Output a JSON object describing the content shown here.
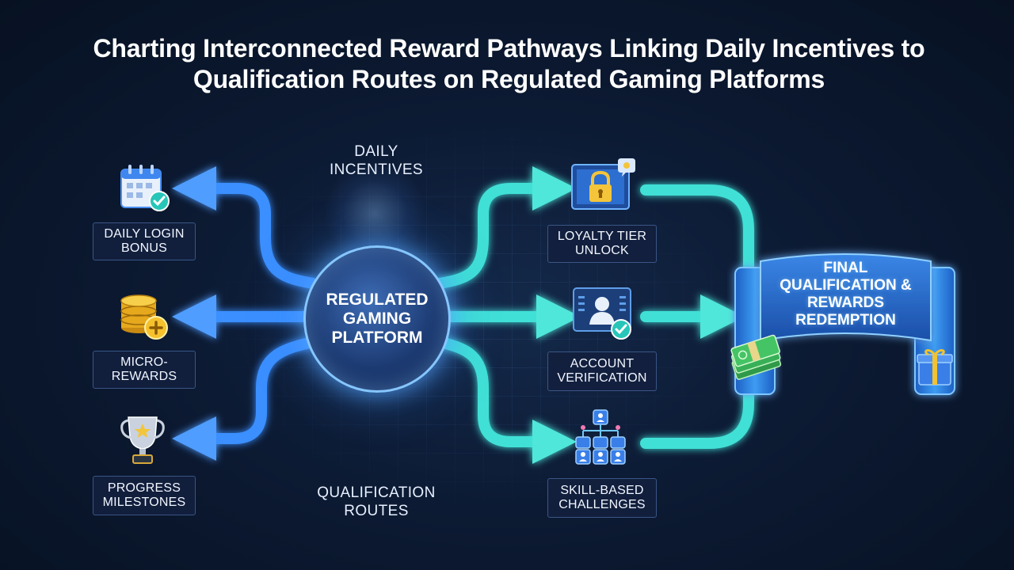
{
  "title": "Charting Interconnected Reward Pathways Linking Daily Incentives to Qualification Routes on Regulated Gaming Platforms",
  "sections": {
    "daily_incentives": "DAILY INCENTIVES",
    "qualification_routes": "QUALIFICATION ROUTES"
  },
  "hub": {
    "label": "REGULATED GAMING PLATFORM"
  },
  "left_nodes": [
    {
      "label": "DAILY LOGIN BONUS",
      "icon": "calendar-check-icon"
    },
    {
      "label": "MICRO-REWARDS",
      "icon": "coin-stack-icon"
    },
    {
      "label": "PROGRESS MILESTONES",
      "icon": "trophy-icon"
    }
  ],
  "right_nodes": [
    {
      "label": "LOYALTY TIER UNLOCK",
      "icon": "padlock-screen-icon"
    },
    {
      "label": "ACCOUNT VERIFICATION",
      "icon": "id-card-check-icon"
    },
    {
      "label": "SKILL-BASED CHALLENGES",
      "icon": "org-chart-icon"
    }
  ],
  "final": {
    "label": "FINAL QUALIFICATION & REWARDS REDEMPTION",
    "icons": [
      "cash-stack-icon",
      "gift-box-icon"
    ]
  },
  "colors": {
    "left_flow": "#3a8fff",
    "right_flow": "#3fe0d6",
    "hub_border": "#86c6ff",
    "background": "#0c1a33"
  }
}
